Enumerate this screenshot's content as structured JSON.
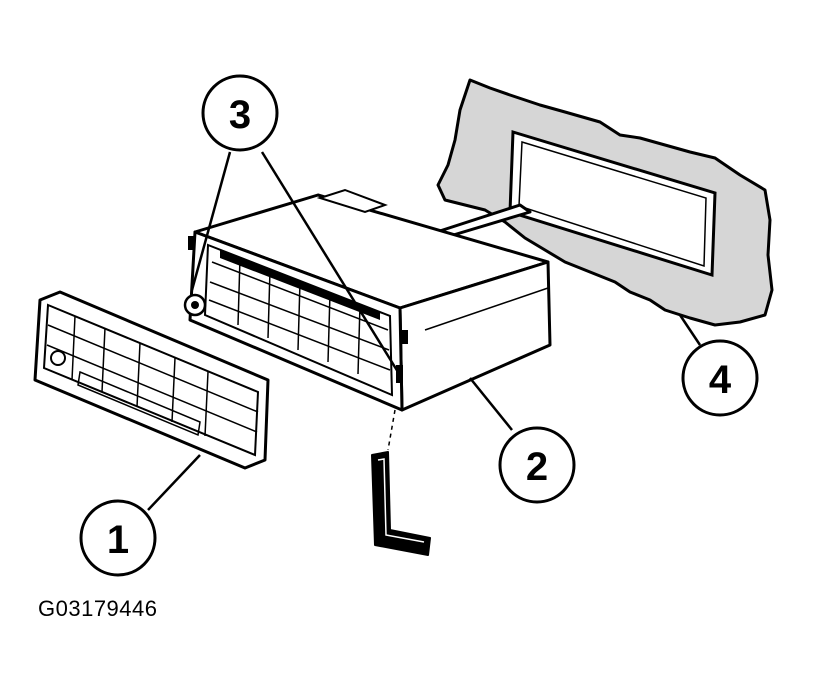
{
  "figure": {
    "code": "G03179446",
    "callouts": [
      {
        "number": "1",
        "part": "faceplate"
      },
      {
        "number": "2",
        "part": "radio-unit"
      },
      {
        "number": "3",
        "part": "release-slots"
      },
      {
        "number": "4",
        "part": "dashboard-opening"
      }
    ]
  },
  "colors": {
    "line": "#000000",
    "panel_fill": "#d6d6d6",
    "background": "#ffffff"
  }
}
